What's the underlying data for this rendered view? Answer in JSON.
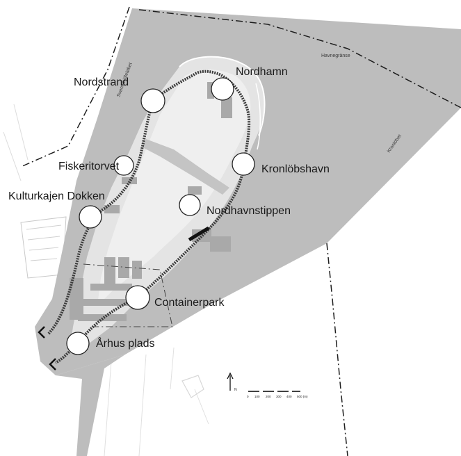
{
  "map": {
    "colors": {
      "water": "#bdbdbd",
      "land_light": "#e7e7e7",
      "land_mid": "#d6d6d6",
      "pier": "#a9a9a9",
      "route": "#3a3a3a",
      "boundary": "#1e1e1e"
    },
    "water_labels": {
      "harbour_boundary": "Havnegränse",
      "kronlobet": "Kronlöbet",
      "svanemolle": "Svanemölleløbet"
    },
    "stations": [
      {
        "label": "Nordstrand"
      },
      {
        "label": "Nordhamn"
      },
      {
        "label": "Fiskeritorvet"
      },
      {
        "label": "Kronlöbshavn"
      },
      {
        "label": "Kulturkajen Dokken"
      },
      {
        "label": "Nordhavnstippen"
      },
      {
        "label": "Containerpark"
      },
      {
        "label": "Århus plads"
      }
    ],
    "scale_bar": {
      "ticks": [
        "0",
        "100",
        "200",
        "300",
        "400",
        "500 (m)"
      ]
    },
    "north_arrow": {
      "label": "N",
      "icon": "north-arrow-icon"
    }
  }
}
